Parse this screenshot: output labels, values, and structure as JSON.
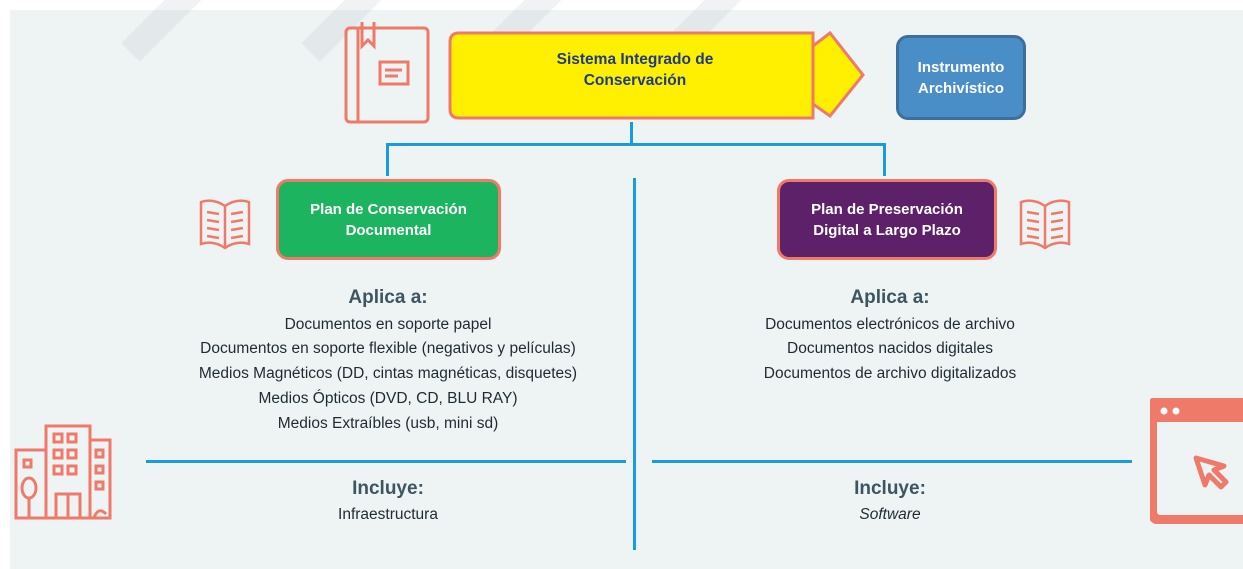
{
  "top": {
    "main_label": "Sistema Integrado de\nConservación",
    "instrument_label": "Instrumento\nArchivístico"
  },
  "left": {
    "plan_label": "Plan de Conservación\nDocumental",
    "applies_heading": "Aplica a:",
    "applies_items": [
      "Documentos en soporte papel",
      "Documentos en soporte flexible (negativos y películas)",
      "Medios Magnéticos (DD, cintas magnéticas, disquetes)",
      "Medios Ópticos (DVD, CD, BLU RAY)",
      "Medios Extraíbles (usb, mini sd)"
    ],
    "includes_heading": "Incluye:",
    "includes_item": "Infraestructura"
  },
  "right": {
    "plan_label": "Plan de Preservación\nDigital a Largo Plazo",
    "applies_heading": "Aplica a:",
    "applies_items": [
      "Documentos electrónicos de archivo",
      "Documentos nacidos digitales",
      "Documentos de archivo digitalizados"
    ],
    "includes_heading": "Incluye:",
    "includes_item": "Software"
  },
  "colors": {
    "background": "#eef3f4",
    "connector": "#1a9be0",
    "main_box": "#fff000",
    "instrument_box": "#4a8ec8",
    "left_plan_box": "#1cb45e",
    "right_plan_box": "#5c2168",
    "icon": "#f07a6a"
  },
  "icons": [
    "book-icon",
    "open-book-icon",
    "open-book-icon",
    "building-icon",
    "browser-window-icon"
  ]
}
